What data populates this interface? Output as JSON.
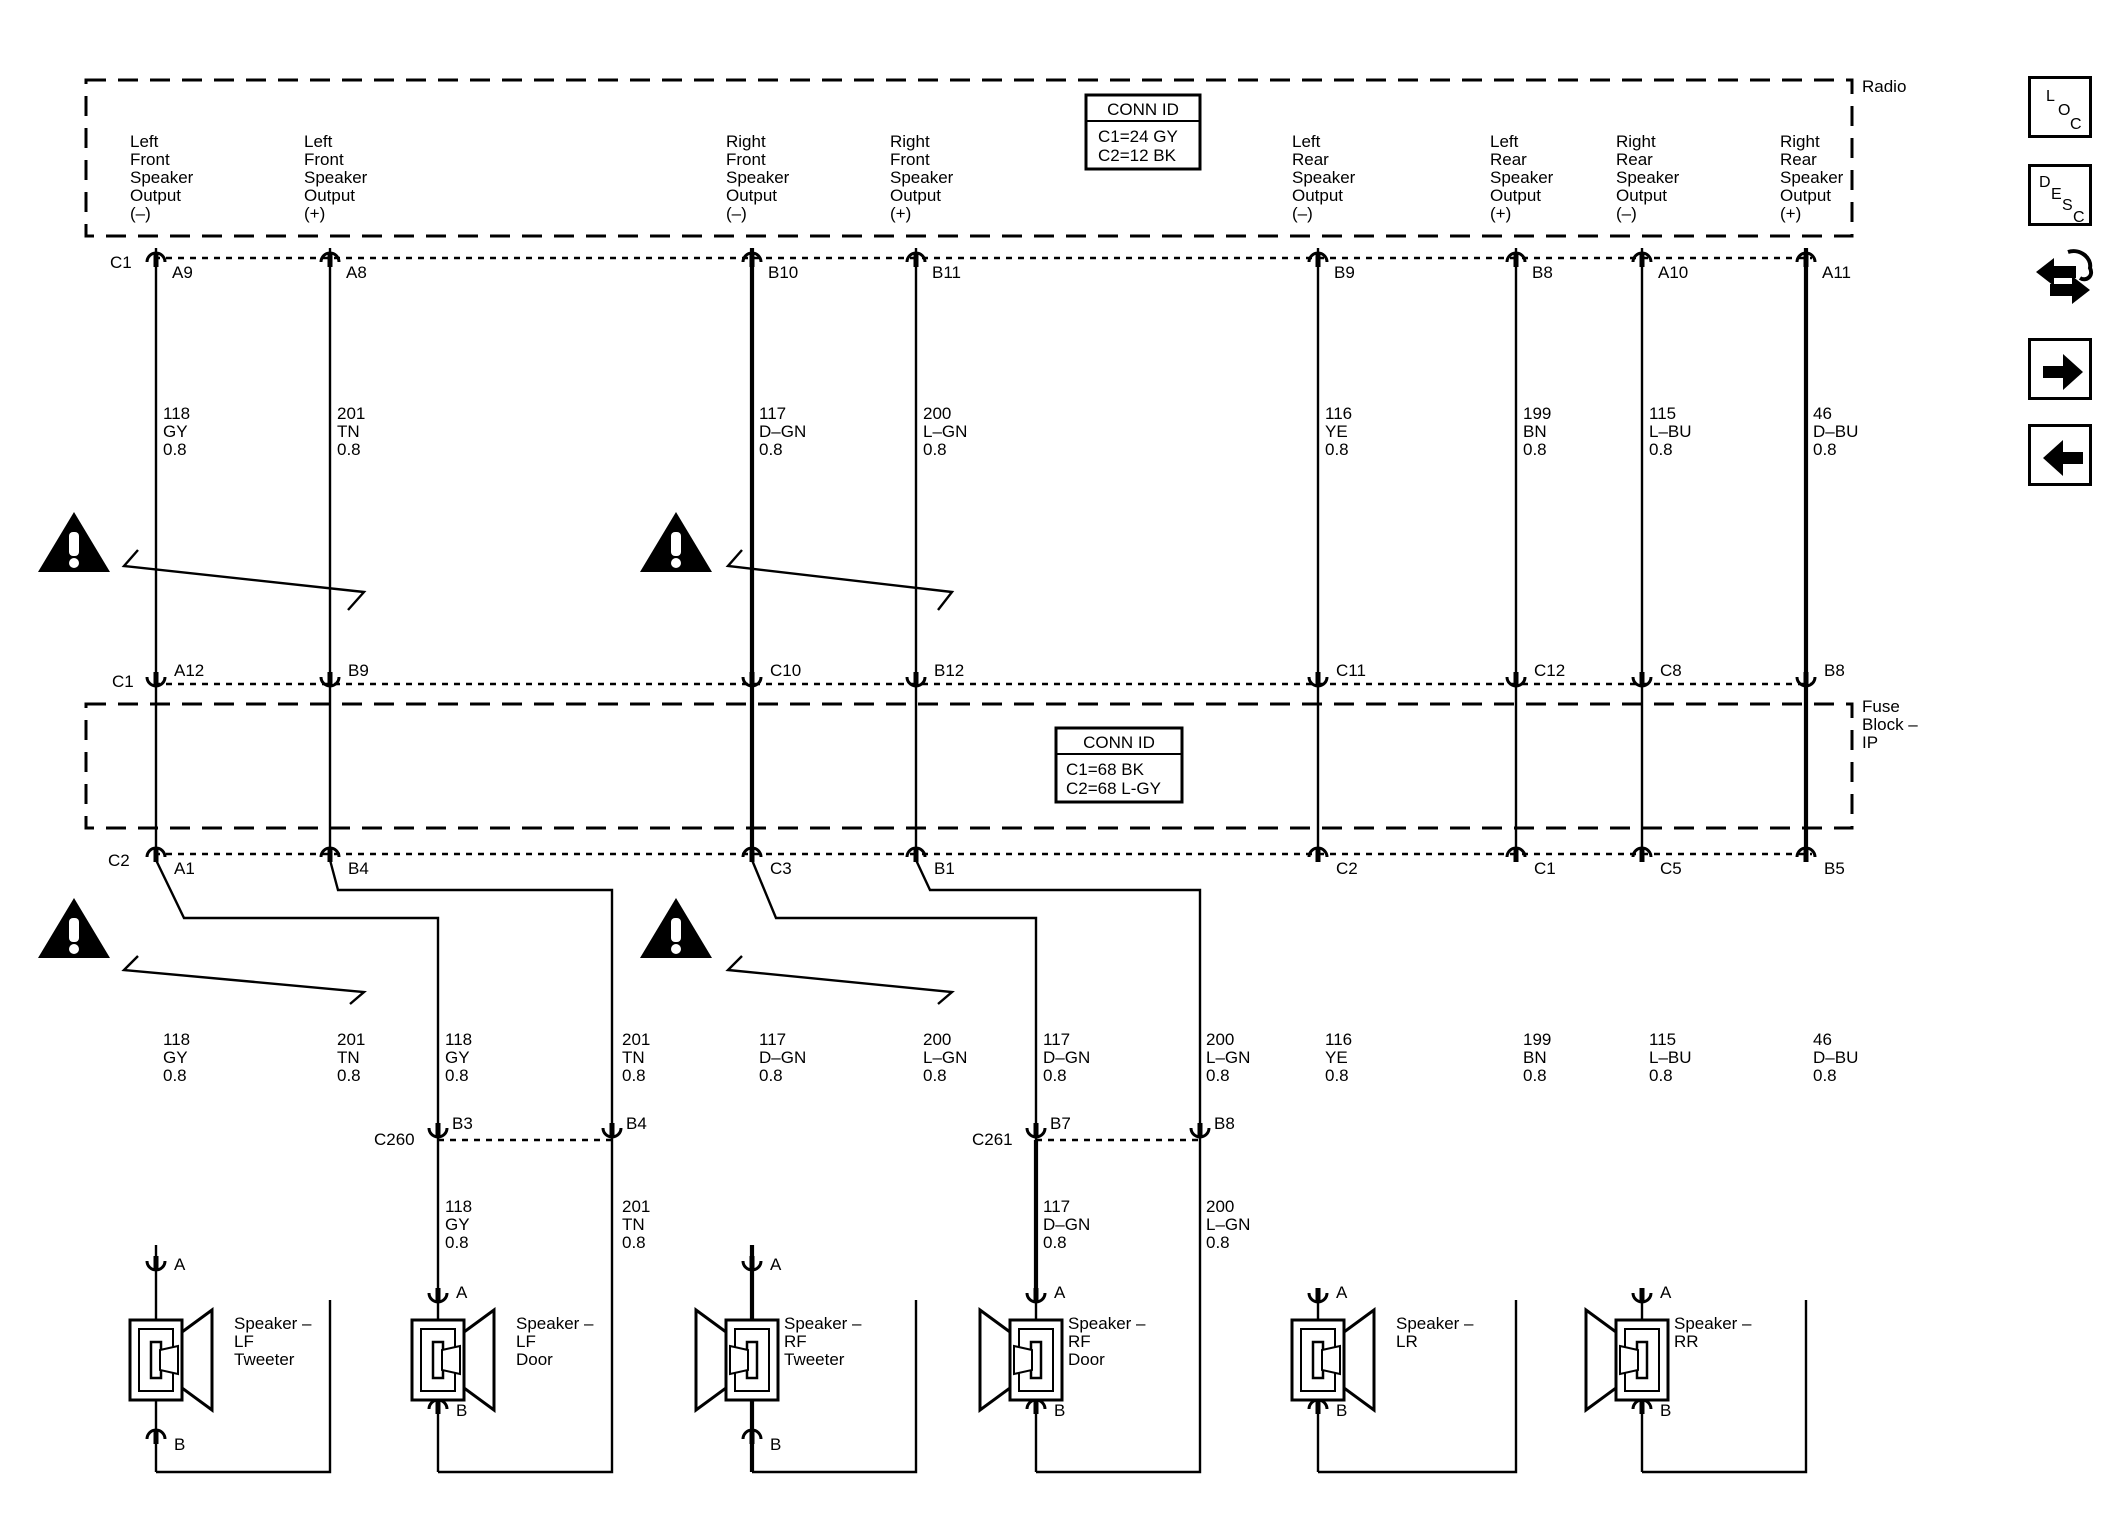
{
  "radio": {
    "label": "Radio",
    "conn_id": {
      "title": "CONN ID",
      "lines": [
        "C1=24 GY",
        "C2=12 BK"
      ]
    },
    "outputs": [
      {
        "lines": [
          "Left",
          "Front",
          "Speaker",
          "Output",
          "(–)"
        ]
      },
      {
        "lines": [
          "Left",
          "Front",
          "Speaker",
          "Output",
          "(+)"
        ]
      },
      {
        "lines": [
          "Right",
          "Front",
          "Speaker",
          "Output",
          "(–)"
        ]
      },
      {
        "lines": [
          "Right",
          "Front",
          "Speaker",
          "Output",
          "(+)"
        ]
      },
      {
        "lines": [
          "Left",
          "Rear",
          "Speaker",
          "Output",
          "(–)"
        ]
      },
      {
        "lines": [
          "Left",
          "Rear",
          "Speaker",
          "Output",
          "(+)"
        ]
      },
      {
        "lines": [
          "Right",
          "Rear",
          "Speaker",
          "Output",
          "(–)"
        ]
      },
      {
        "lines": [
          "Right",
          "Rear",
          "Speaker",
          "Output",
          "(+)"
        ]
      }
    ]
  },
  "fuse_block": {
    "label": [
      "Fuse",
      "Block –",
      "IP"
    ],
    "conn_id": {
      "title": "CONN ID",
      "lines": [
        "C1=68 BK",
        "C2=68 L-GY"
      ]
    }
  },
  "connectors": {
    "radio_c1": "C1",
    "fuse_top": "C1",
    "fuse_bottom": "C2",
    "c260": "C260",
    "c261": "C261"
  },
  "circuits": [
    {
      "radio_pin": "A9",
      "fb_top": "A12",
      "fb_bot": "A1",
      "upper": [
        "118",
        "GY",
        "0.8"
      ],
      "lower": [
        "118",
        "GY",
        "0.8"
      ]
    },
    {
      "radio_pin": "A8",
      "fb_top": "B9",
      "fb_bot": "B4",
      "upper": [
        "201",
        "TN",
        "0.8"
      ],
      "lower": [
        "201",
        "TN",
        "0.8"
      ]
    },
    {
      "radio_pin": "B10",
      "fb_top": "C10",
      "fb_bot": "C3",
      "upper": [
        "117",
        "D–GN",
        "0.8"
      ],
      "lower": [
        "117",
        "D–GN",
        "0.8"
      ]
    },
    {
      "radio_pin": "B11",
      "fb_top": "B12",
      "fb_bot": "B1",
      "upper": [
        "200",
        "L–GN",
        "0.8"
      ],
      "lower": [
        "200",
        "L–GN",
        "0.8"
      ]
    },
    {
      "radio_pin": "B9",
      "fb_top": "C11",
      "fb_bot": "C2",
      "upper": [
        "116",
        "YE",
        "0.8"
      ],
      "lower": [
        "116",
        "YE",
        "0.8"
      ]
    },
    {
      "radio_pin": "B8",
      "fb_top": "C12",
      "fb_bot": "C1",
      "upper": [
        "199",
        "BN",
        "0.8"
      ],
      "lower": [
        "199",
        "BN",
        "0.8"
      ]
    },
    {
      "radio_pin": "A10",
      "fb_top": "C8",
      "fb_bot": "C5",
      "upper": [
        "115",
        "L–BU",
        "0.8"
      ],
      "lower": [
        "115",
        "L–BU",
        "0.8"
      ]
    },
    {
      "radio_pin": "A11",
      "fb_top": "B8",
      "fb_bot": "B5",
      "upper": [
        "46",
        "D–BU",
        "0.8"
      ],
      "lower": [
        "46",
        "D–BU",
        "0.8"
      ]
    }
  ],
  "door_branches": [
    {
      "upper": [
        "118",
        "GY",
        "0.8"
      ],
      "lower": [
        "118",
        "GY",
        "0.8"
      ],
      "pin": "B3"
    },
    {
      "upper": [
        "201",
        "TN",
        "0.8"
      ],
      "lower": [
        "201",
        "TN",
        "0.8"
      ],
      "pin": "B4"
    },
    {
      "upper": [
        "117",
        "D–GN",
        "0.8"
      ],
      "lower": [
        "117",
        "D–GN",
        "0.8"
      ],
      "pin": "B7"
    },
    {
      "upper": [
        "200",
        "L–GN",
        "0.8"
      ],
      "lower": [
        "200",
        "L–GN",
        "0.8"
      ],
      "pin": "B8"
    }
  ],
  "speakers": [
    {
      "lines": [
        "Speaker –",
        "LF",
        "Tweeter"
      ],
      "pin_a": "A",
      "pin_b": "B"
    },
    {
      "lines": [
        "Speaker –",
        "LF",
        "Door"
      ],
      "pin_a": "A",
      "pin_b": "B"
    },
    {
      "lines": [
        "Speaker –",
        "RF",
        "Tweeter"
      ],
      "pin_a": "A",
      "pin_b": "B"
    },
    {
      "lines": [
        "Speaker –",
        "RF",
        "Door"
      ],
      "pin_a": "A",
      "pin_b": "B"
    },
    {
      "lines": [
        "Speaker –",
        "LR"
      ],
      "pin_a": "A",
      "pin_b": "B"
    },
    {
      "lines": [
        "Speaker –",
        "RR"
      ],
      "pin_a": "A",
      "pin_b": "B"
    }
  ],
  "nav": {
    "loc": [
      "L",
      "O",
      "C"
    ],
    "desc": [
      "D",
      "E",
      "S",
      "C"
    ],
    "icons": [
      "loc-icon",
      "desc-icon",
      "schematic-link-icon",
      "next-arrow-icon",
      "prev-arrow-icon"
    ]
  }
}
